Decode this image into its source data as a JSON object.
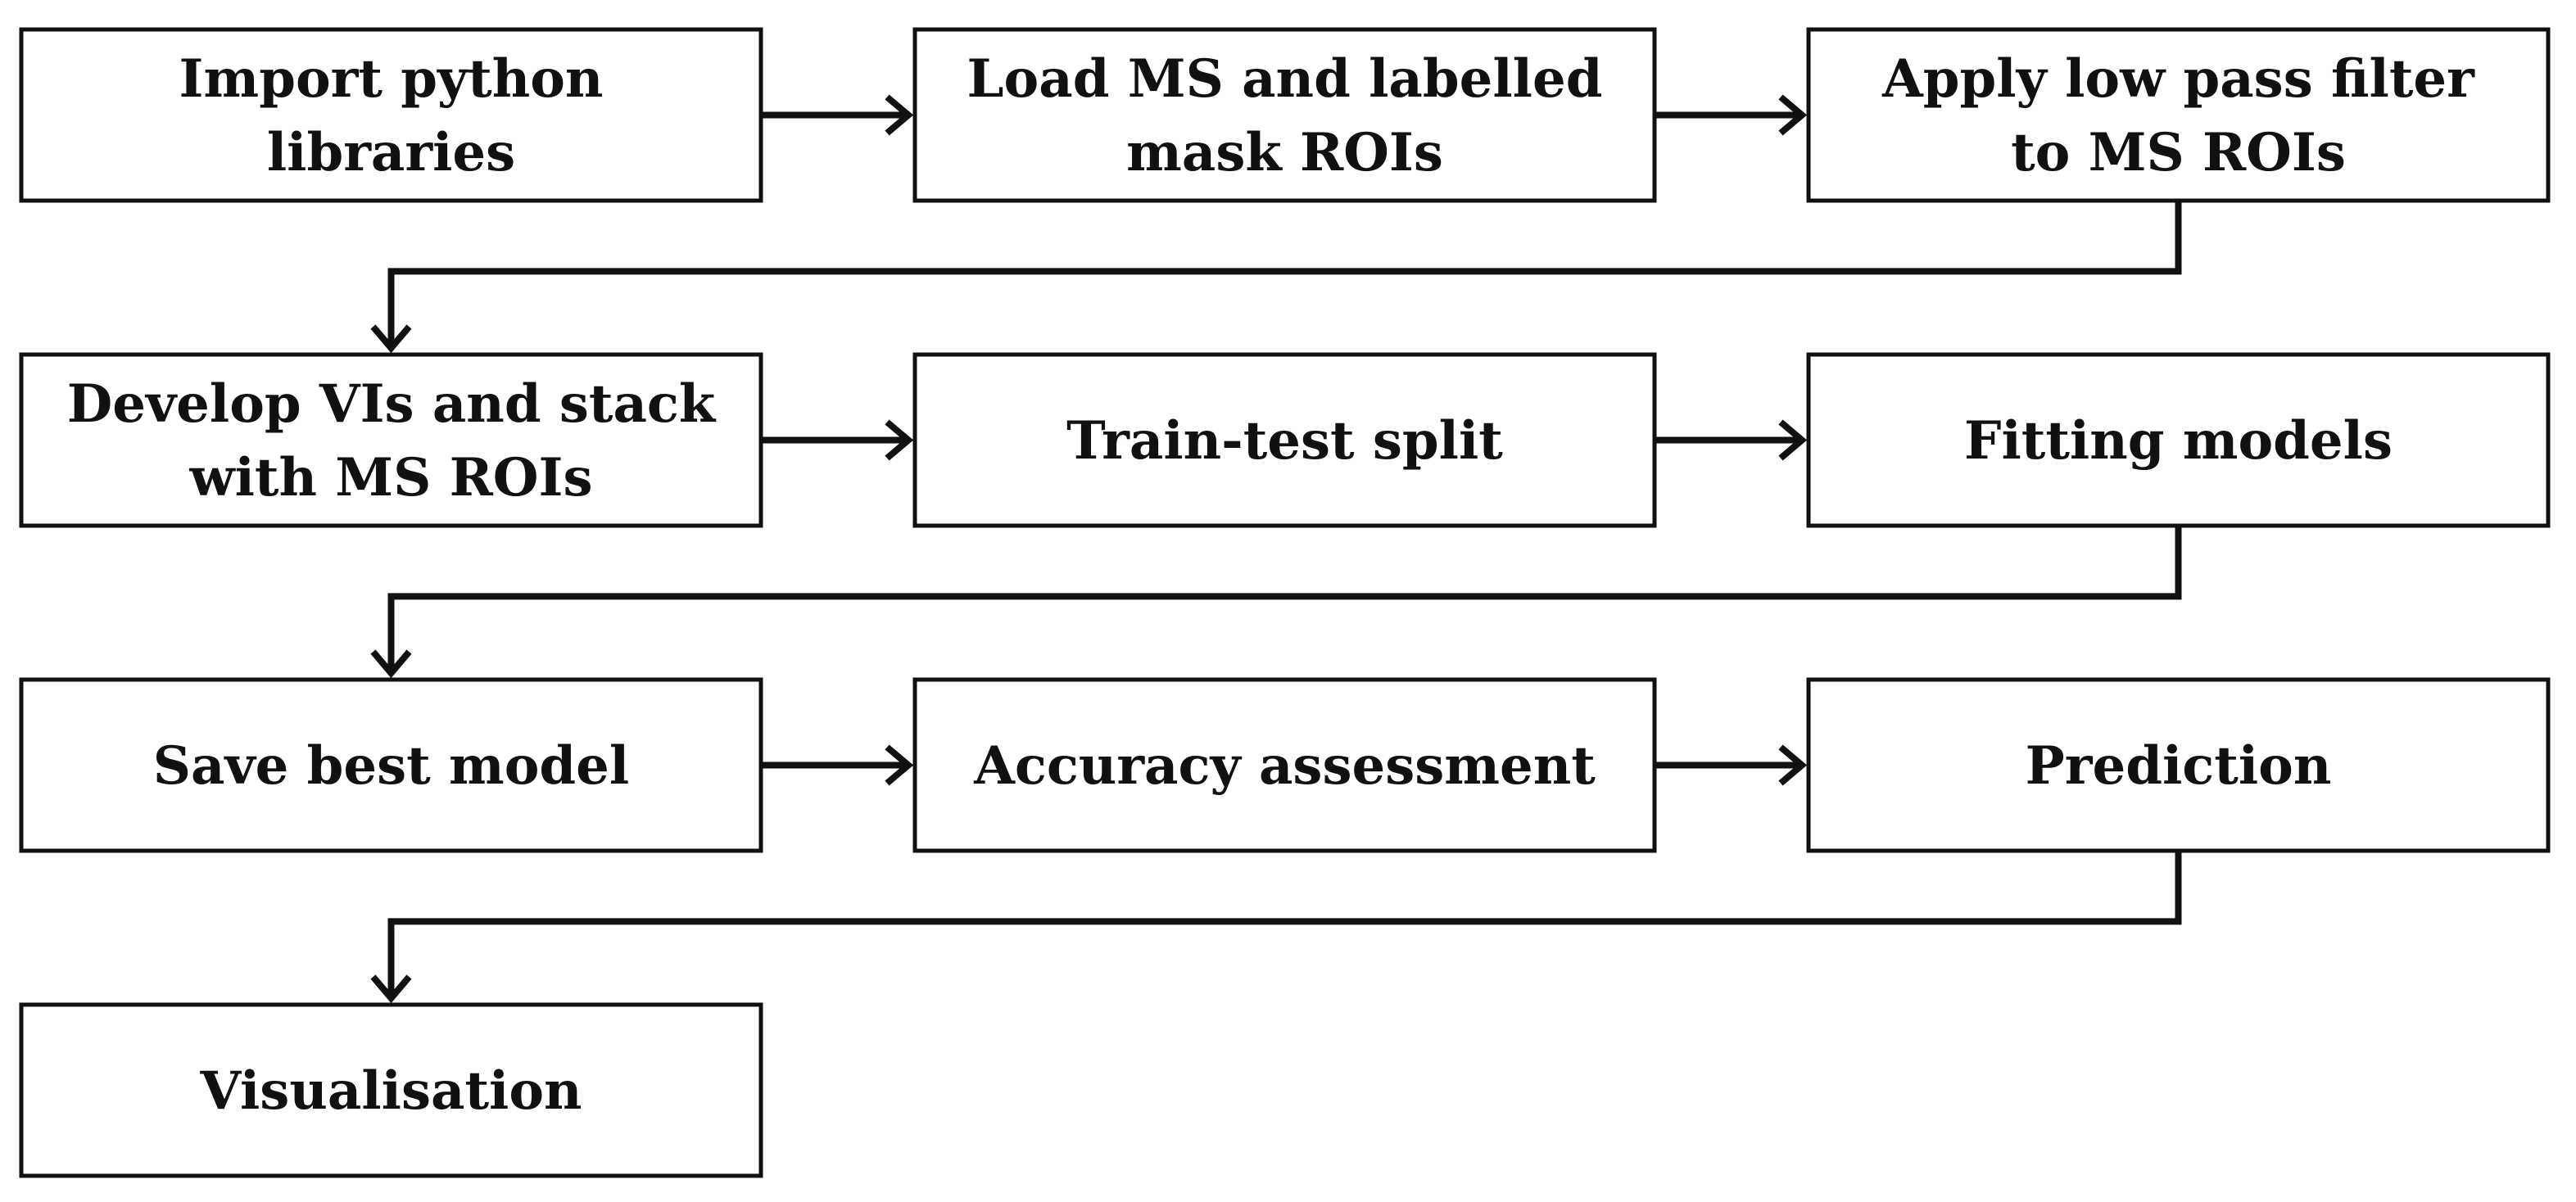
{
  "diagram": {
    "colors": {
      "stroke": "#111111",
      "box_fill": "#ffffff",
      "text": "#111111",
      "background": "#ffffff"
    },
    "steps": [
      {
        "id": "import-python-libraries",
        "lines": [
          "Import python",
          "libraries"
        ]
      },
      {
        "id": "load-ms-and-mask-rois",
        "lines": [
          "Load MS and labelled",
          "mask ROIs"
        ]
      },
      {
        "id": "apply-low-pass-filter",
        "lines": [
          "Apply low pass filter",
          "to MS ROIs"
        ]
      },
      {
        "id": "develop-vis-and-stack",
        "lines": [
          "Develop VIs and stack",
          "with MS ROIs"
        ]
      },
      {
        "id": "train-test-split",
        "lines": [
          "Train-test split"
        ]
      },
      {
        "id": "fitting-models",
        "lines": [
          "Fitting models"
        ]
      },
      {
        "id": "save-best-model",
        "lines": [
          "Save best model"
        ]
      },
      {
        "id": "accuracy-assessment",
        "lines": [
          "Accuracy assessment"
        ]
      },
      {
        "id": "prediction",
        "lines": [
          "Prediction"
        ]
      },
      {
        "id": "visualisation",
        "lines": [
          "Visualisation"
        ]
      }
    ],
    "connections": [
      {
        "from": 0,
        "to": 1
      },
      {
        "from": 1,
        "to": 2
      },
      {
        "from": 2,
        "to": 3
      },
      {
        "from": 3,
        "to": 4
      },
      {
        "from": 4,
        "to": 5
      },
      {
        "from": 5,
        "to": 6
      },
      {
        "from": 6,
        "to": 7
      },
      {
        "from": 7,
        "to": 8
      },
      {
        "from": 8,
        "to": 9
      }
    ]
  }
}
